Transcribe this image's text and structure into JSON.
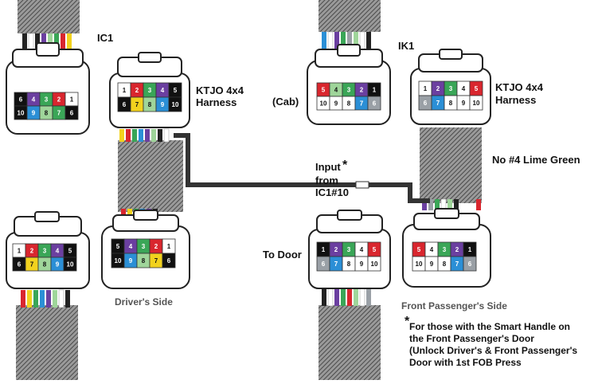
{
  "labels": {
    "ic1": "IC1",
    "ik1": "IK1",
    "harness_left_1": "KTJO 4x4",
    "harness_left_2": "Harness",
    "harness_right_1": "KTJO 4x4",
    "harness_right_2": "Harness",
    "cab": "(Cab)",
    "input_1": "Input",
    "input_star": "*",
    "input_2": "from",
    "input_3": "IC1#10",
    "no_lime": "No #4 Lime Green",
    "to_door": "To Door",
    "drivers_side": "Driver's Side",
    "front_passengers_side": "Front Passenger's Side",
    "note_star": "*",
    "note_1": "For those with the Smart Handle on",
    "note_2": "the Front Passenger's Door",
    "note_3": "(Unlock Driver's & Front Passenger's",
    "note_4": "Door with 1st FOB Press"
  },
  "connectors": {
    "ic1": {
      "top": [
        "6",
        "4",
        "3",
        "2",
        "1"
      ],
      "bottom": [
        "10",
        "9",
        "8",
        "7",
        "6"
      ]
    },
    "left_harness_top": {
      "top": [
        "1",
        "2",
        "3",
        "4",
        "5"
      ],
      "bottom": [
        "6",
        "7",
        "8",
        "9",
        "10"
      ]
    },
    "left_harness_bottom": {
      "top": [
        "5",
        "4",
        "3",
        "2",
        "1"
      ],
      "bottom": [
        "10",
        "9",
        "8",
        "7",
        "6"
      ]
    },
    "driver_side": {
      "top": [
        "1",
        "2",
        "3",
        "4",
        "5"
      ],
      "bottom": [
        "6",
        "7",
        "8",
        "9",
        "10"
      ]
    },
    "ik1": {
      "top": [
        "5",
        "4",
        "3",
        "2",
        "1"
      ],
      "bottom": [
        "10",
        "9",
        "8",
        "7",
        "6"
      ]
    },
    "right_harness_top": {
      "top": [
        "1",
        "2",
        "3",
        "4",
        "5"
      ],
      "bottom": [
        "6",
        "7",
        "8",
        "9",
        "10"
      ]
    },
    "right_harness_bottom": {
      "top": [
        "5",
        "4",
        "3",
        "2",
        "1"
      ],
      "bottom": [
        "10",
        "9",
        "8",
        "7",
        "6"
      ]
    },
    "to_door": {
      "top": [
        "1",
        "2",
        "3",
        "4",
        "5"
      ],
      "bottom": [
        "6",
        "7",
        "8",
        "9",
        "10"
      ]
    }
  },
  "colors": {
    "wire": "#333333",
    "pin_red": "#d9262e",
    "pin_green": "#3aa657",
    "pin_purple": "#6b3fa0",
    "pin_black": "#111111",
    "pin_yellow": "#f2d21e",
    "pin_blue": "#2b8fd6",
    "pin_gray": "#9aa0a6",
    "pin_lightgreen": "#9fd59a",
    "pin_white": "#ffffff"
  }
}
